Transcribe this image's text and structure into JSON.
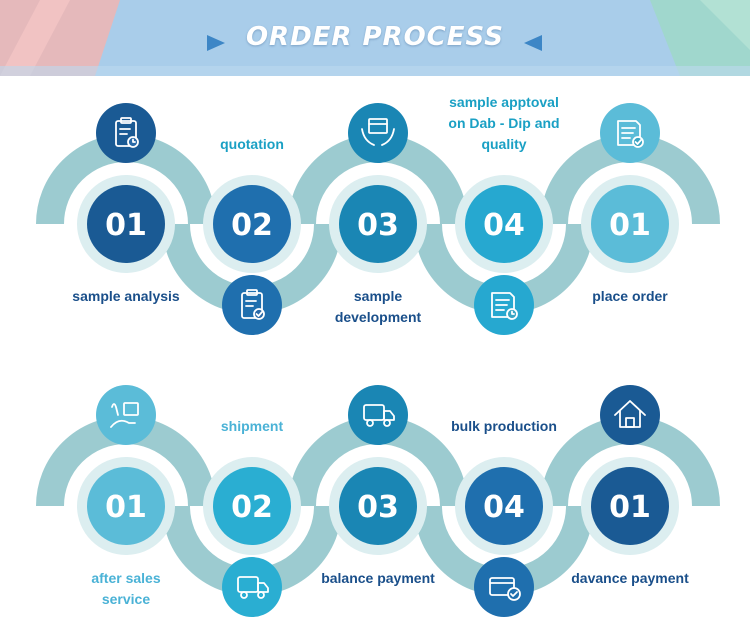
{
  "header": {
    "title": "ORDER PROCESS"
  },
  "colors": {
    "arc": "#9ccbd0",
    "inner_ring": "#dceef0",
    "label_dark": "#1a4f8a",
    "label_teal": "#1aa0c4",
    "label_light": "#4ab2d6"
  },
  "rows": [
    {
      "steps": [
        {
          "number": "01",
          "label": "sample analysis",
          "label_pos": "below",
          "icon": "clipboard-clock-icon",
          "icon_pos": "top",
          "color": "#1a5a94"
        },
        {
          "number": "02",
          "label": "quotation",
          "label_pos": "above",
          "icon": "clipboard-check-icon",
          "icon_pos": "bottom",
          "color": "#1f6fae"
        },
        {
          "number": "03",
          "label": "sample\ndevelopment",
          "label_pos": "below",
          "icon": "box-hands-icon",
          "icon_pos": "top",
          "color": "#1a86b4"
        },
        {
          "number": "04",
          "label": "sample apptoval\non Dab - Dip and\nquality",
          "label_pos": "above",
          "icon": "document-clock-icon",
          "icon_pos": "bottom",
          "color": "#26a8d0"
        },
        {
          "number": "01",
          "label": "place order",
          "label_pos": "below",
          "icon": "document-check-icon",
          "icon_pos": "top",
          "color": "#5bbcd8"
        }
      ]
    },
    {
      "steps": [
        {
          "number": "01",
          "label": "after sales\nservice",
          "label_pos": "below",
          "icon": "hand-box-icon",
          "icon_pos": "top",
          "color": "#5bbcd8"
        },
        {
          "number": "02",
          "label": "shipment",
          "label_pos": "above",
          "icon": "delivery-truck-icon",
          "icon_pos": "bottom",
          "color": "#2aaed2"
        },
        {
          "number": "03",
          "label": "balance payment",
          "label_pos": "below",
          "icon": "delivery-truck-icon",
          "icon_pos": "top",
          "color": "#1a86b4"
        },
        {
          "number": "04",
          "label": "bulk production",
          "label_pos": "above",
          "icon": "card-check-icon",
          "icon_pos": "bottom",
          "color": "#1f6fae"
        },
        {
          "number": "01",
          "label": "davance payment",
          "label_pos": "below",
          "icon": "house-icon",
          "icon_pos": "top",
          "color": "#1a5a94"
        }
      ]
    }
  ]
}
